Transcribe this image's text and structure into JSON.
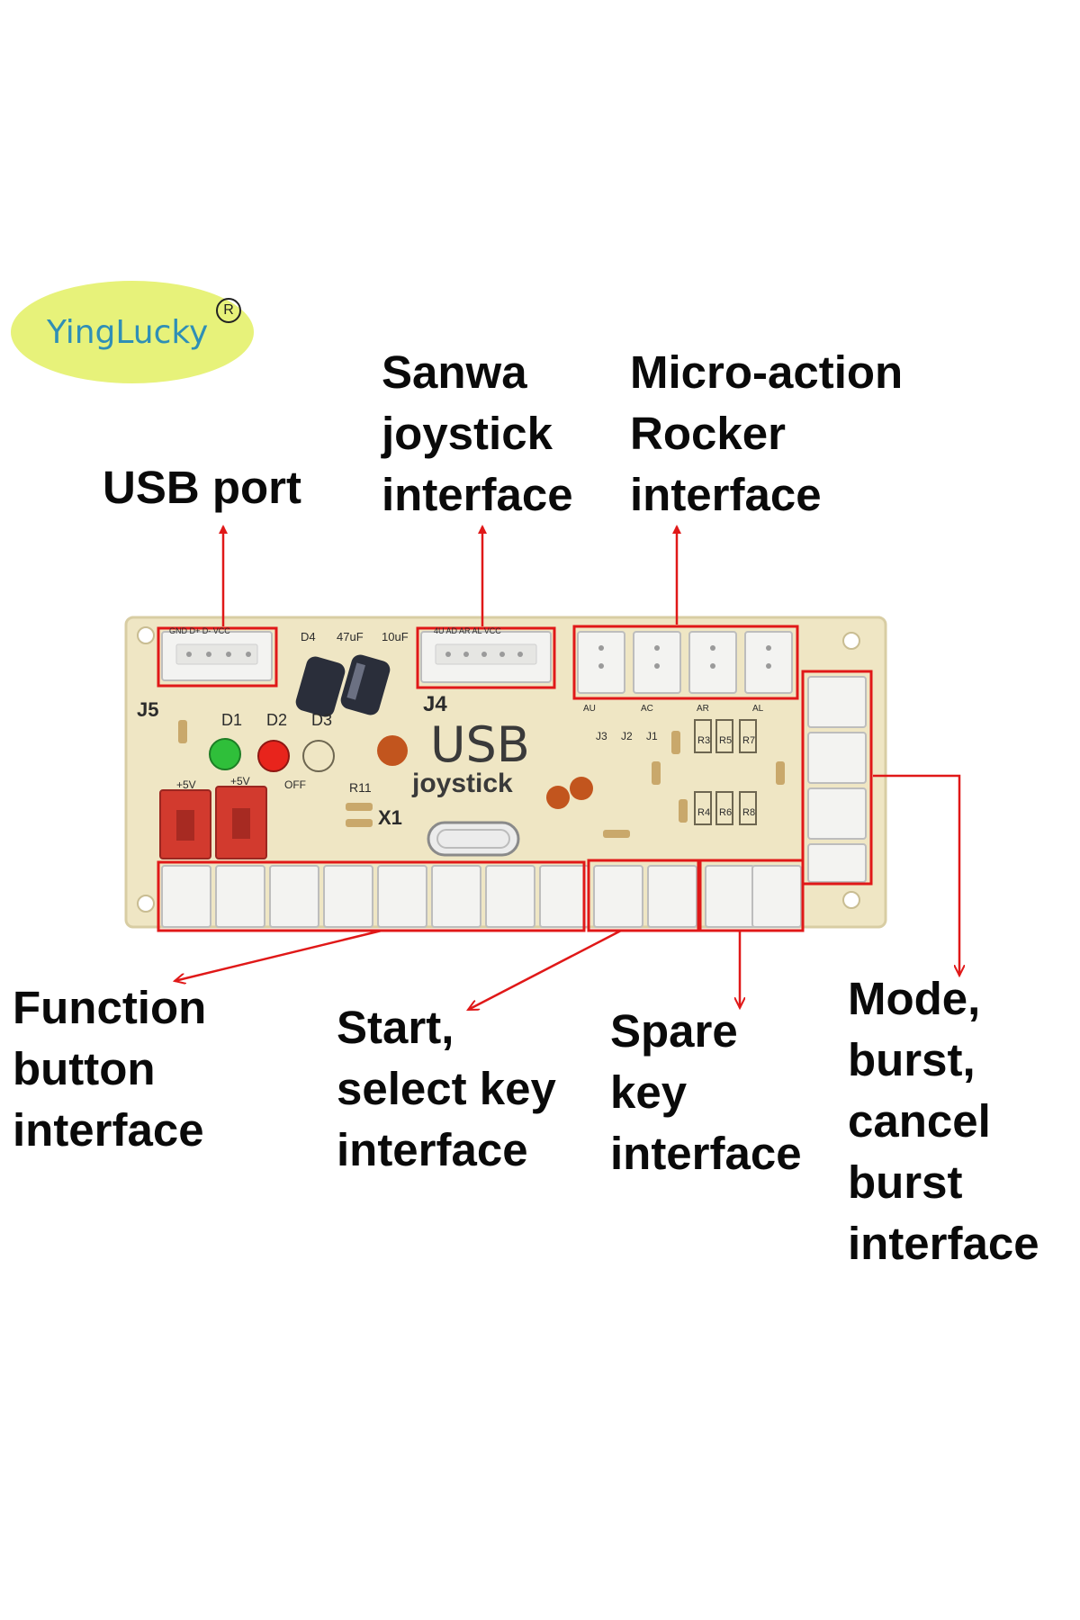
{
  "logo": {
    "brand": "YingLucky",
    "registered_mark": "R"
  },
  "callouts": [
    {
      "id": "usb-port",
      "lines": [
        "USB port"
      ]
    },
    {
      "id": "sanwa-joystick",
      "lines": [
        "Sanwa",
        "joystick",
        "interface"
      ]
    },
    {
      "id": "micro-action-rocker",
      "lines": [
        "Micro-action",
        "Rocker",
        "interface"
      ]
    },
    {
      "id": "function-button",
      "lines": [
        "Function",
        "button",
        "interface"
      ]
    },
    {
      "id": "start-select",
      "lines": [
        "Start,",
        "select key",
        "interface"
      ]
    },
    {
      "id": "spare-key",
      "lines": [
        "Spare",
        "key",
        "interface"
      ]
    },
    {
      "id": "mode-burst",
      "lines": [
        "Mode,",
        "burst,",
        "cancel",
        "burst",
        "interface"
      ]
    }
  ],
  "board": {
    "title": "USB",
    "subtitle": "joystick",
    "designators": {
      "j5": "J5",
      "j4": "J4",
      "d1": "D1",
      "d2": "D2",
      "d3": "D3",
      "d4": "D4",
      "x1": "X1",
      "r11": "R11",
      "cap1": "47uF",
      "cap2": "10uF",
      "r3": "R3",
      "r4": "R4",
      "r5": "R5",
      "r6": "R6",
      "r7": "R7",
      "r8": "R8",
      "j1": "J1",
      "j2": "J2",
      "j3": "J3",
      "au": "AU",
      "ac": "AC",
      "ar": "AR",
      "al": "AL",
      "p5v_a": "+5V",
      "p5v_b": "+5V",
      "off": "OFF",
      "j5_pins": "GND D+ D- VCC",
      "j4_pins": "4U AD AR AL VCC"
    },
    "colors": {
      "pcb": "#efe6c4",
      "connector": "#f3f3f1",
      "highlight": "#e01818",
      "led_green": "#2fbf3a",
      "led_red": "#e8241c",
      "capacitor": "#2a2e3a",
      "ceramic_cap": "#c2551e",
      "power_header": "#d23a2e"
    }
  }
}
